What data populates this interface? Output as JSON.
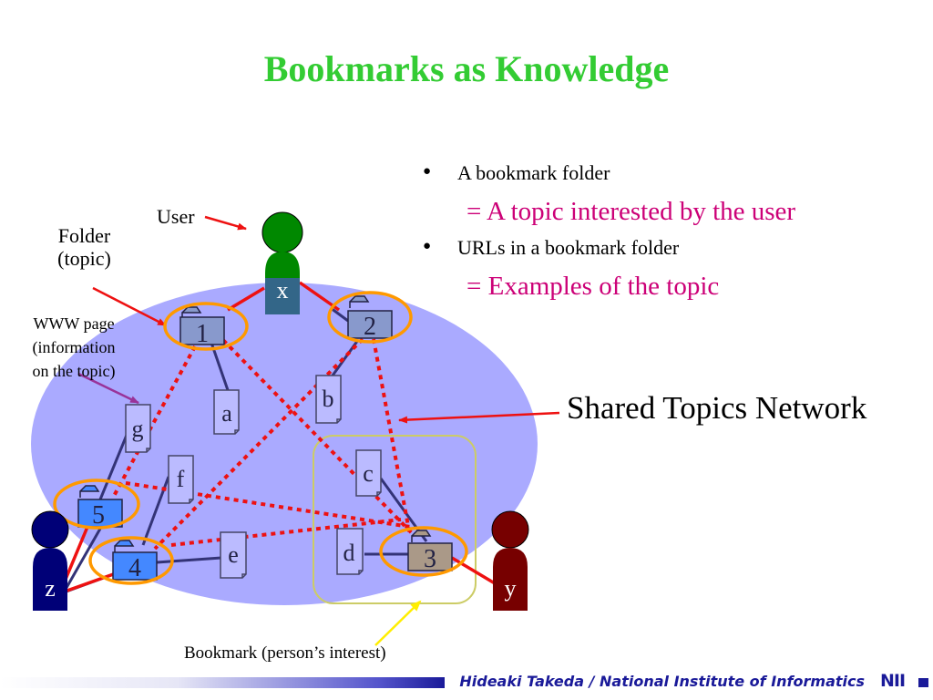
{
  "title": "Bookmarks as Knowledge",
  "bullets": [
    {
      "text": "A bookmark folder",
      "sub": "= A topic interested by the user"
    },
    {
      "text": "URLs in a bookmark folder",
      "sub": "= Examples of the topic"
    }
  ],
  "labels": {
    "user": "User",
    "folder": "Folder\n(topic)",
    "www_page": "WWW page\n(information\non the topic)",
    "shared": "Shared Topics Network",
    "bookmark": "Bookmark (person’s interest)"
  },
  "people": {
    "x": "x",
    "y": "y",
    "z": "z"
  },
  "folders": [
    "1",
    "2",
    "3",
    "4",
    "5"
  ],
  "pages": [
    "a",
    "b",
    "c",
    "d",
    "e",
    "f",
    "g"
  ],
  "colors": {
    "title": "#33cc33",
    "sub_text": "#cc0077",
    "network_fill": "#aaaaff",
    "highlight_ring": "#ff9900",
    "red_link": "#ee1111",
    "person_x": "#008800",
    "person_y": "#770000",
    "person_z": "#000077",
    "folder_fill": "#4488ff",
    "folder_3_fill": "#aa9988"
  },
  "footer": {
    "credit": "Hideaki Takeda / National Institute of Informatics",
    "logo": "NII"
  }
}
